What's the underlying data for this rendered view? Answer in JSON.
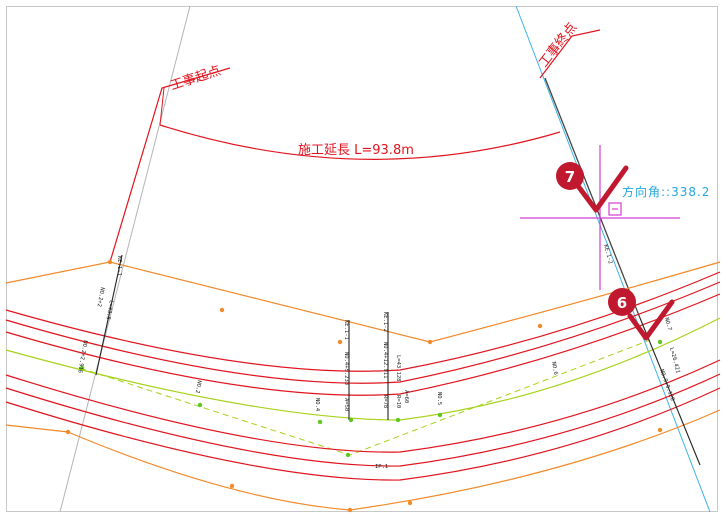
{
  "drawing": {
    "construction_start": "工事起点",
    "construction_end": "工事終点",
    "construction_length": "施工延長 L=93.8m",
    "direction_angle": "方向角::338.2",
    "station_labels": {
      "ke1_left": "KE.1-1",
      "no2_a": "NO.2+2",
      "l_left": "L=43.5",
      "no2_b": "NO.2+2.916",
      "no2_c": "NO.2",
      "ke1_mid": "KE.1-1",
      "no4": "NO.4+5.233",
      "a50": "A=50",
      "no4_b": "NO.4",
      "ke12": "KE.1-2",
      "no4_12": "NO.4+12.911",
      "l43": "L=43.128",
      "a60": "A=60",
      "r78": "R=78",
      "r10": "R=10",
      "no5": "NO.5",
      "no6": "NO.6",
      "ke12_right": "KE.1-2",
      "no7": "NO.7",
      "l3": "L=26.421",
      "no9": "NO.9+9.128",
      "ip1": "IP.1"
    }
  },
  "markers": [
    {
      "number": "7",
      "label": "step-7"
    },
    {
      "number": "6",
      "label": "step-6"
    }
  ],
  "colors": {
    "road_line": "#e0141e",
    "offset_line": "#f08a2a",
    "center_line": "#a6d21a",
    "cursor": "#d23cd2",
    "marker_fill": "#c0182e",
    "check": "#c0182e",
    "direction_text": "#22a6e0"
  }
}
